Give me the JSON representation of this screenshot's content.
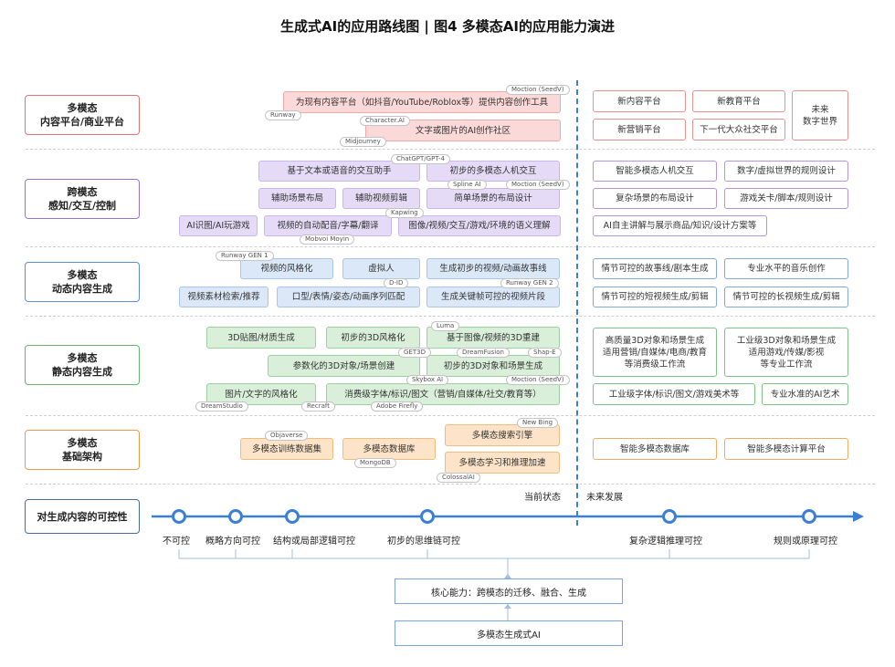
{
  "title": "生成式AI的应用路线图 | 图4 多模态AI的应用能力演进",
  "categories": {
    "content": "多模态\n内容平台/商业平台",
    "cross": "跨模态\n感知/交互/控制",
    "dynamic": "多模态\n动态内容生成",
    "static": "多模态\n静态内容生成",
    "infra": "多模态\n基础架构",
    "control": "对生成内容的可控性"
  },
  "row1": {
    "left": [
      "为现有内容平台（如抖音/YouTube/Roblox等）提供内容创作工具",
      "文字或图片的AI创作社区"
    ],
    "tags": [
      "Moction (SeedV)",
      "Runway",
      "Character.AI",
      "Midjourney"
    ],
    "right": [
      "新内容平台",
      "新教育平台",
      "新营销平台",
      "下一代大众社交平台",
      "未来\n数字世界"
    ]
  },
  "row2": {
    "left": [
      "基于文本或语音的交互助手",
      "初步的多模态人机交互",
      "辅助场景布局",
      "辅助视频剪辑",
      "简单场景的布局设计",
      "AI识图/AI玩游戏",
      "视频的自动配音/字幕/翻译",
      "图像/视频/交互/游戏/环境的语义理解"
    ],
    "tags": [
      "ChatGPT/GPT-4",
      "Spline AI",
      "Moction (SeedV)",
      "Kapwing",
      "Mobvoi Moyin"
    ],
    "right": [
      "智能多模态人机交互",
      "数字/虚拟世界的规则设计",
      "复杂场景的布局设计",
      "游戏关卡/脚本/规则设计",
      "AI自主讲解与展示商品/知识/设计方案等"
    ]
  },
  "row3": {
    "left": [
      "视频的风格化",
      "虚拟人",
      "生成初步的视频/动画故事线",
      "视频素材检索/推荐",
      "口型/表情/姿态/动画序列匹配",
      "生成关键帧可控的视频片段"
    ],
    "tags": [
      "Runway GEN 1",
      "D-ID",
      "Runway GEN 2"
    ],
    "right": [
      "情节可控的故事线/剧本生成",
      "专业水平的音乐创作",
      "情节可控的短视频生成/剪辑",
      "情节可控的长视频生成/剪辑"
    ]
  },
  "row4": {
    "left": [
      "3D贴图/材质生成",
      "初步的3D风格化",
      "基于图像/视频的3D重建",
      "参数化的3D对象/场景创建",
      "初步的3D对象和场景生成",
      "图片/文字的风格化",
      "消费级字体/标识/图文（营销/自媒体/社交/教育等）"
    ],
    "tags": [
      "Luma",
      "GET3D",
      "DreamFusion",
      "Shap-E",
      "Skybox AI",
      "Moction (SeedV)",
      "DreamStudio",
      "Recraft",
      "Adobe Firefly"
    ],
    "right": [
      "高质量3D对象和场景生成\n适用营销/自媒体/电商/教育\n等消费级工作流",
      "工业级3D对象和场景生成\n适用游戏/传媒/影视\n等专业工作流",
      "工业级字体/标识/图文/游戏美术等",
      "专业水准的AI艺术"
    ]
  },
  "row5": {
    "left": [
      "多模态训练数据集",
      "多模态数据库",
      "多模态搜索引擎",
      "多模态学习和推理加速"
    ],
    "tags": [
      "Objaverse",
      "MongoDB",
      "New Bing",
      "ColossalAI"
    ],
    "right": [
      "智能多模态数据库",
      "智能多模态计算平台"
    ]
  },
  "timeline": {
    "current": "当前状态",
    "future": "未来发展",
    "points": [
      "不可控",
      "概略方向可控",
      "结构或局部逻辑可控",
      "初步的思维链可控",
      "复杂逻辑推理可控",
      "规则或原理可控"
    ]
  },
  "core": {
    "capability": "核心能力：跨模态的迁移、融合、生成",
    "base": "多模态生成式AI"
  },
  "colors": {
    "red": "#e07472",
    "purple": "#9a72d4",
    "blue": "#5b8ed6",
    "green": "#63b96c",
    "orange": "#eb9a45",
    "arrow": "#3b7ed6"
  }
}
